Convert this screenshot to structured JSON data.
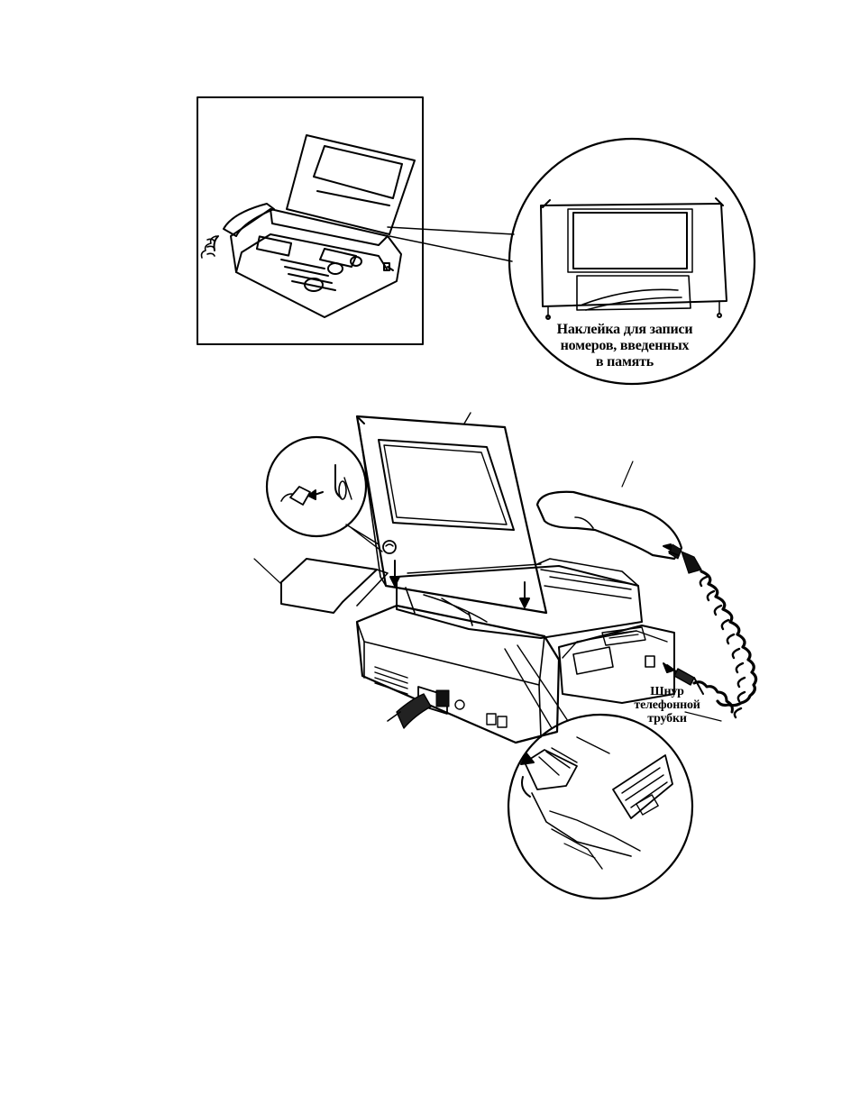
{
  "labels": {
    "memory_sticker": [
      "Наклейка для записи",
      "номеров, введенных",
      "в память"
    ],
    "handset_cord": [
      "Шнур",
      "телефонной",
      "трубки"
    ]
  },
  "colors": {
    "ink": "#000000",
    "paper": "#ffffff",
    "shade": "#222222"
  }
}
